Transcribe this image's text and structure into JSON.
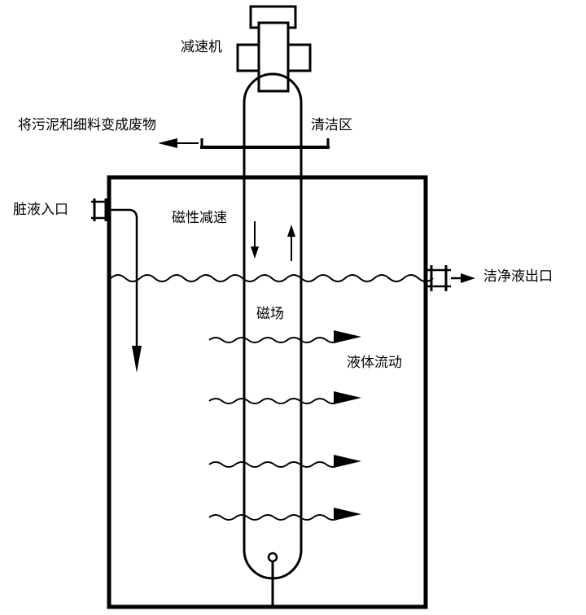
{
  "labels": {
    "reducer": "减速机",
    "sludge_to_waste": "将污泥和细料变成废物",
    "clean_zone": "清洁区",
    "dirty_inlet": "脏液入口",
    "magnetic_deceleration": "磁性减速",
    "clean_outlet": "洁净液出口",
    "magnetic_field": "磁场",
    "liquid_flow": "液体流动"
  },
  "colors": {
    "line": "#000000",
    "background": "#ffffff"
  }
}
